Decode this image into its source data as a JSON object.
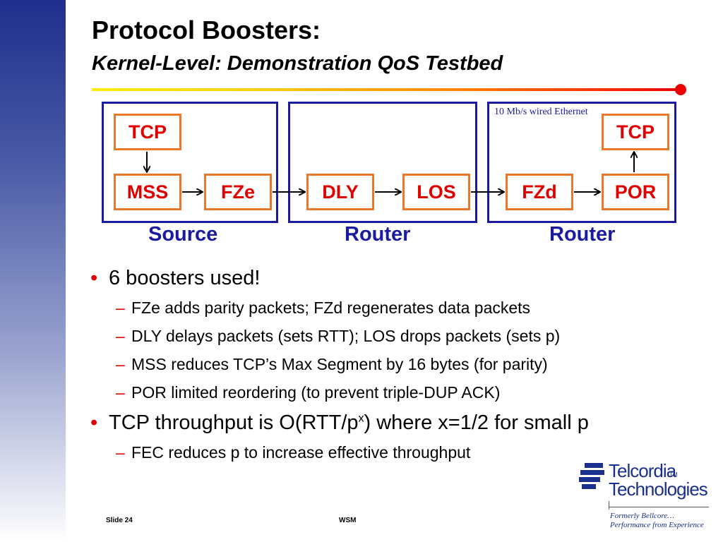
{
  "colors": {
    "title_rule": "#ff3300",
    "box_border": "#1b1ba0",
    "node_border": "#e8782a",
    "node_text": "#e00000",
    "group_label": "#1b1ba0"
  },
  "slide": {
    "title": "Protocol Boosters:",
    "subtitle": "Kernel-Level: Demonstration QoS Testbed"
  },
  "diagram": {
    "network_label": "10 Mb/s wired Ethernet",
    "groups": [
      "Source",
      "Router",
      "Router"
    ],
    "nodes": {
      "tcp_source": "TCP",
      "mss": "MSS",
      "fze": "FZe",
      "dly": "DLY",
      "los": "LOS",
      "fzd": "FZd",
      "por": "POR",
      "tcp_dest": "TCP"
    }
  },
  "bullets": [
    {
      "text": "6 boosters used!",
      "sub": [
        "FZe adds parity packets; FZd regenerates data packets",
        "DLY delays packets (sets RTT); LOS drops packets (sets p)",
        "MSS reduces TCP’s Max Segment by 16 bytes (for parity)",
        "POR limited reordering (to prevent triple-DUP ACK)"
      ]
    },
    {
      "text_before": "TCP throughput is O(RTT/p",
      "superscript": "x",
      "text_after": ") where x=1/2 for small p",
      "sub": [
        "FEC reduces p to increase effective throughput"
      ]
    }
  ],
  "bullet_mark": "•",
  "sub_mark": "–",
  "logo": {
    "name_line1": "Telcordia",
    "tm": "TM",
    "name_line2": "Technologies",
    "tagline1": "Formerly Bellcore…",
    "tagline2": "Performance from Experience"
  },
  "footer": {
    "slide": "Slide 24",
    "center": "WSM"
  }
}
